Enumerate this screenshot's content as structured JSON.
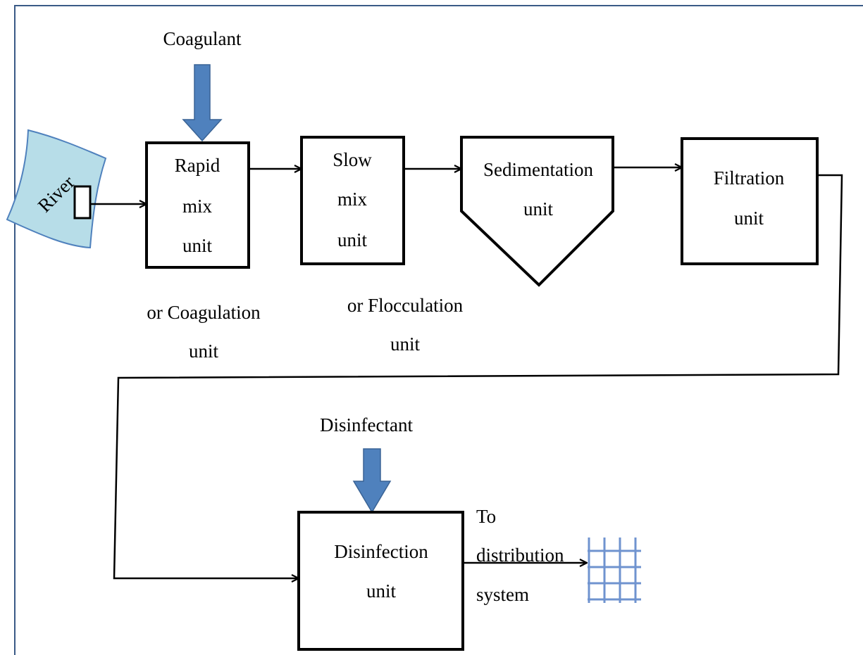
{
  "inputs": {
    "coagulant": "Coagulant",
    "disinfectant": "Disinfectant"
  },
  "source": {
    "label": "River"
  },
  "units": {
    "rapid_mix": [
      "Rapid",
      "mix",
      "unit"
    ],
    "rapid_mix_alt": [
      "or Coagulation",
      "unit"
    ],
    "slow_mix": [
      "Slow",
      "mix",
      "unit"
    ],
    "slow_mix_alt": [
      "or Flocculation",
      "unit"
    ],
    "sedimentation": [
      "Sedimentation",
      "unit"
    ],
    "filtration": [
      "Filtration",
      "unit"
    ],
    "disinfection": [
      "Disinfection",
      "unit"
    ]
  },
  "output": {
    "label": [
      "To",
      "distribution",
      "system"
    ]
  },
  "colors": {
    "arrow_fill": "#4f81bd",
    "arrow_stroke": "#3a6395",
    "river_fill": "#b7dde8",
    "river_stroke": "#4f81bd",
    "grid": "#6f93cf",
    "frame": "#3a5a86",
    "line": "#000000"
  }
}
